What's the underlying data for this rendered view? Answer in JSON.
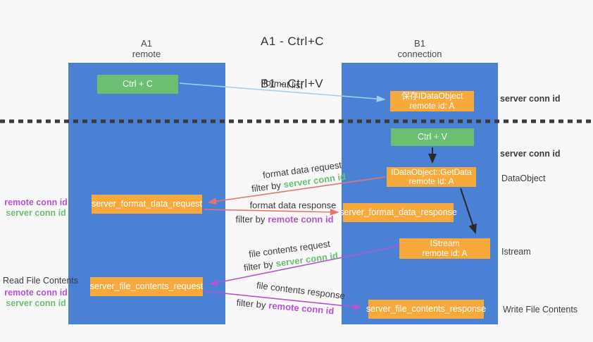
{
  "title": {
    "line1": "A1 - Ctrl+C",
    "line2": "B1 - Ctrl+V"
  },
  "columns": {
    "a": {
      "id": "A1",
      "subtitle": "remote"
    },
    "b": {
      "id": "B1",
      "subtitle": "connection"
    }
  },
  "nodes": {
    "ctrl_c": "Ctrl + C",
    "ctrl_v": "Ctrl + V",
    "save_idataobject": {
      "line1": "保存IDataObject",
      "line2": "remote id: A"
    },
    "getdata": {
      "line1": "IDataObject::GetData",
      "line2": "remote id: A"
    },
    "istream": {
      "line1": "IStream",
      "line2": "remote id: A"
    },
    "format_request": "server_format_data_request",
    "format_response": "server_format_data_response",
    "file_request": "server_file_contents_request",
    "file_response": "server_file_contents_response"
  },
  "flow_labels": {
    "format_list": "format list",
    "format_data_request": "format data request",
    "format_data_response": "format data response",
    "file_contents_request": "file contents request",
    "file_contents_response": "file contents response",
    "filter_by": "filter by",
    "server_conn_id": "server conn id",
    "remote_conn_id": "remote conn id"
  },
  "side_labels": {
    "left_remote_conn_id": "remote conn id",
    "left_server_conn_id": "server conn id",
    "read_file_contents": "Read File Contents",
    "right_server_conn_id": "server conn id",
    "data_object": "DataObject",
    "istream": "Istream",
    "write_file_contents": "Write File Contents"
  },
  "colors": {
    "column_blue": "#4a81d4",
    "node_green": "#6cbf72",
    "node_orange": "#f8a93c",
    "arrow_red": "#e8736d",
    "arrow_purple": "#b455d2",
    "arrow_lightblue": "#a9cdf0",
    "arrow_black": "#2a2a2a",
    "dashed_line": "#3a3a3a",
    "background": "#f8f8f9"
  }
}
